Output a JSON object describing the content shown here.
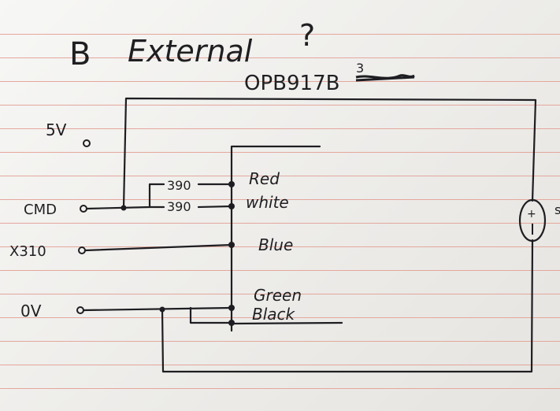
{
  "title": {
    "letter": "B",
    "word": "External",
    "mark": "?"
  },
  "part_number": {
    "text": "OPB917B",
    "superscript": "3"
  },
  "terminals": [
    {
      "id": "t5v",
      "label": "5V"
    },
    {
      "id": "tcmd",
      "label": "CMD"
    },
    {
      "id": "tx310",
      "label": "X310"
    },
    {
      "id": "t0v",
      "label": "0V"
    }
  ],
  "resistors": [
    {
      "id": "r1",
      "value": "390"
    },
    {
      "id": "r2",
      "value": "390"
    }
  ],
  "wire_colors": {
    "red": "Red",
    "white": "white",
    "blue": "Blue",
    "green": "Green",
    "black": "Black"
  },
  "component_symbol": "+",
  "colors": {
    "ink": "#1e1e22",
    "paper": "#f2f2f0",
    "rule_lines": "#e4a79d"
  }
}
